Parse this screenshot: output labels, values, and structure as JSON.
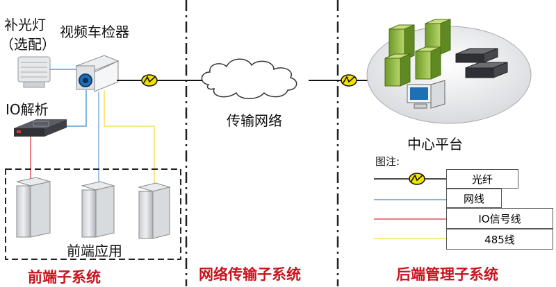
{
  "labels": {
    "fill_light": "补光灯",
    "fill_light_optional": "（选配）",
    "video_detector": "视频车检器",
    "io_parser": "IO解析",
    "network": "传输网络",
    "center_platform": "中心平台",
    "frontend_app": "前端应用"
  },
  "subsystems": {
    "front": "前端子系统",
    "network": "网络传输子系统",
    "back": "后端管理子系统"
  },
  "legend": {
    "title": "图注:",
    "items": [
      {
        "label": "光纤",
        "color": "#111111"
      },
      {
        "label": "网线",
        "color": "#5b9bd5"
      },
      {
        "label": "IO信号线",
        "color": "#e0505a"
      },
      {
        "label": "485线",
        "color": "#f2e25a"
      }
    ]
  }
}
